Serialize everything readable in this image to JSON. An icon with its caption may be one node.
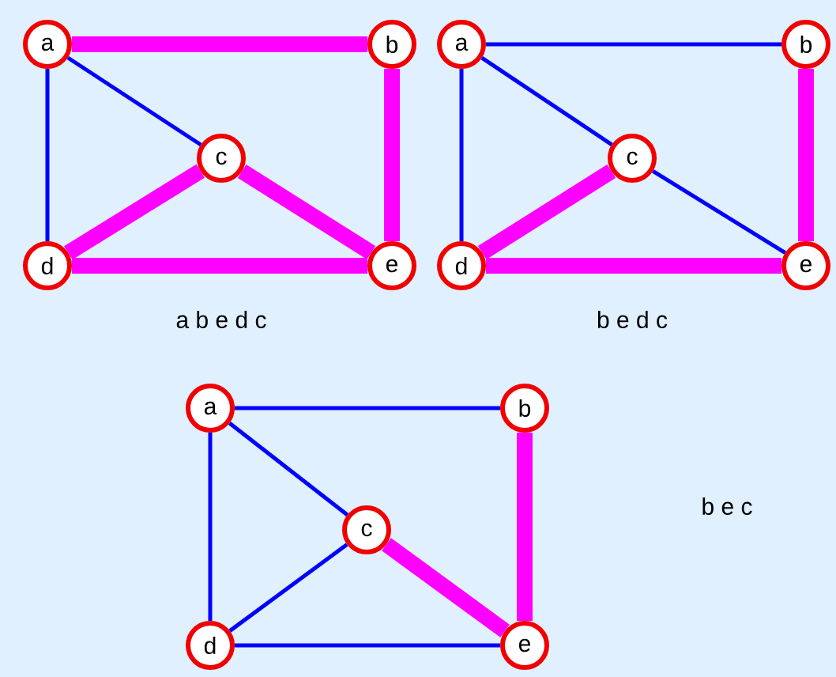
{
  "diagram": {
    "nodes": [
      {
        "text": [
          "a"
        ]
      },
      {
        "text": [
          "b"
        ]
      },
      {
        "text": [
          "c"
        ]
      },
      {
        "text": [
          "d"
        ]
      },
      {
        "text": [
          "e"
        ]
      },
      {
        "text": [
          "a"
        ]
      },
      {
        "text": [
          "b"
        ]
      },
      {
        "text": [
          "c"
        ]
      },
      {
        "text": [
          "d"
        ]
      },
      {
        "text": [
          "e"
        ]
      },
      {
        "text": [
          "a"
        ]
      },
      {
        "text": [
          "b"
        ]
      },
      {
        "text": [
          "c"
        ]
      },
      {
        "text": [
          "d"
        ]
      },
      {
        "text": [
          "e"
        ]
      }
    ],
    "edges": [
      {
        "from": 0,
        "to": 1,
        "arrow": "none",
        "style": "thick",
        "color": "#ff00ff"
      },
      {
        "from": 0,
        "to": 2,
        "arrow": "none"
      },
      {
        "from": 0,
        "to": 3,
        "arrow": "none"
      },
      {
        "from": 1,
        "to": 4,
        "arrow": "none",
        "style": "thick",
        "color": "#ff00ff"
      },
      {
        "from": 2,
        "to": 3,
        "arrow": "none",
        "style": "thick",
        "color": "#ff00ff"
      },
      {
        "from": 2,
        "to": 4,
        "arrow": "none",
        "style": "thick",
        "color": "#ff00ff"
      },
      {
        "from": 3,
        "to": 4,
        "arrow": "none",
        "style": "thick",
        "color": "#ff00ff"
      },
      {
        "from": 5,
        "to": 6,
        "arrow": "none"
      },
      {
        "from": 5,
        "to": 7,
        "arrow": "none"
      },
      {
        "from": 5,
        "to": 8,
        "arrow": "none"
      },
      {
        "from": 6,
        "to": 9,
        "arrow": "none",
        "style": "thick",
        "color": "#ff00ff"
      },
      {
        "from": 7,
        "to": 8,
        "arrow": "none",
        "style": "thick",
        "color": "#ff00ff"
      },
      {
        "from": 7,
        "to": 9,
        "arrow": "none"
      },
      {
        "from": 8,
        "to": 9,
        "arrow": "none",
        "style": "thick",
        "color": "#ff00ff"
      },
      {
        "from": 10,
        "to": 11,
        "arrow": "none"
      },
      {
        "from": 10,
        "to": 12,
        "arrow": "none"
      },
      {
        "from": 10,
        "to": 13,
        "arrow": "none"
      },
      {
        "from": 11,
        "to": 14,
        "arrow": "none",
        "style": "thick",
        "color": "#ff00ff"
      },
      {
        "from": 12,
        "to": 13,
        "arrow": "none"
      },
      {
        "from": 12,
        "to": 14,
        "arrow": "none",
        "style": "thick",
        "color": "#ff00ff"
      },
      {
        "from": 13,
        "to": 14,
        "arrow": "none"
      }
    ],
    "labels": [
      "a b e d c",
      "b e d c",
      "b e c"
    ]
  }
}
